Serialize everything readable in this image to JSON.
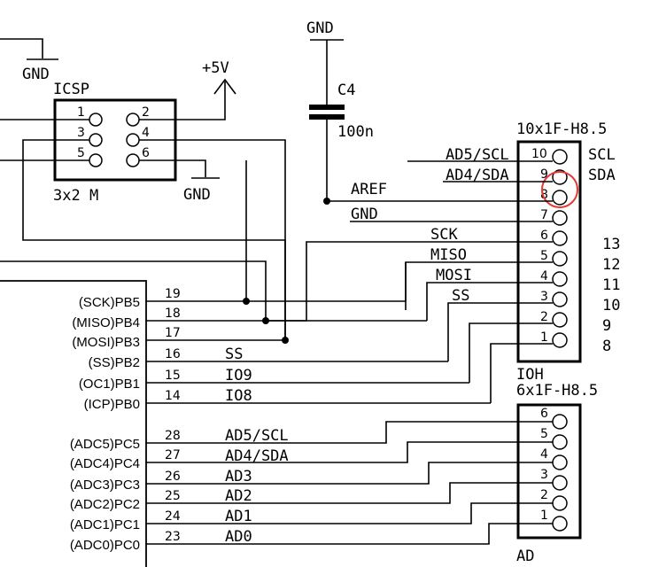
{
  "icsp": {
    "title": "ICSP",
    "type": "3x2 M",
    "pins": [
      "1",
      "2",
      "3",
      "4",
      "5",
      "6"
    ],
    "gnd_left": "GND",
    "gnd_right": "GND",
    "vcc": "+5V"
  },
  "cap": {
    "gnd": "GND",
    "name": "C4",
    "value": "100n"
  },
  "ioh_header": {
    "top_label": "10x1F-H8.5",
    "bottom_label": "IOH",
    "pins": [
      "10",
      "9",
      "8",
      "7",
      "6",
      "5",
      "4",
      "3",
      "2",
      "1"
    ],
    "left_nets": [
      "AD5/SCL",
      "AD4/SDA",
      "AREF",
      "GND",
      "SCK",
      "MISO",
      "MOSI",
      "SS",
      "",
      ""
    ],
    "right_labels": [
      "SCL",
      "SDA",
      "",
      "",
      "13",
      "12",
      "11",
      "10",
      "9",
      "8"
    ]
  },
  "ad_header": {
    "top_label": "6x1F-H8.5",
    "bottom_label": "AD",
    "pins": [
      "6",
      "5",
      "4",
      "3",
      "2",
      "1"
    ]
  },
  "mcu": {
    "pins": [
      {
        "name": "(SCK)PB5",
        "num": "19",
        "net": ""
      },
      {
        "name": "(MISO)PB4",
        "num": "18",
        "net": ""
      },
      {
        "name": "(MOSI)PB3",
        "num": "17",
        "net": ""
      },
      {
        "name": "(SS)PB2",
        "num": "16",
        "net": "SS"
      },
      {
        "name": "(OC1)PB1",
        "num": "15",
        "net": "IO9"
      },
      {
        "name": "(ICP)PB0",
        "num": "14",
        "net": "IO8"
      },
      {
        "name": "(ADC5)PC5",
        "num": "28",
        "net": "AD5/SCL"
      },
      {
        "name": "(ADC4)PC4",
        "num": "27",
        "net": "AD4/SDA"
      },
      {
        "name": "(ADC3)PC3",
        "num": "26",
        "net": "AD3"
      },
      {
        "name": "(ADC2)PC2",
        "num": "25",
        "net": "AD2"
      },
      {
        "name": "(ADC1)PC1",
        "num": "24",
        "net": "AD1"
      },
      {
        "name": "(ADC0)PC0",
        "num": "23",
        "net": "AD0"
      }
    ]
  },
  "highlight": {
    "color": "#e53935"
  }
}
